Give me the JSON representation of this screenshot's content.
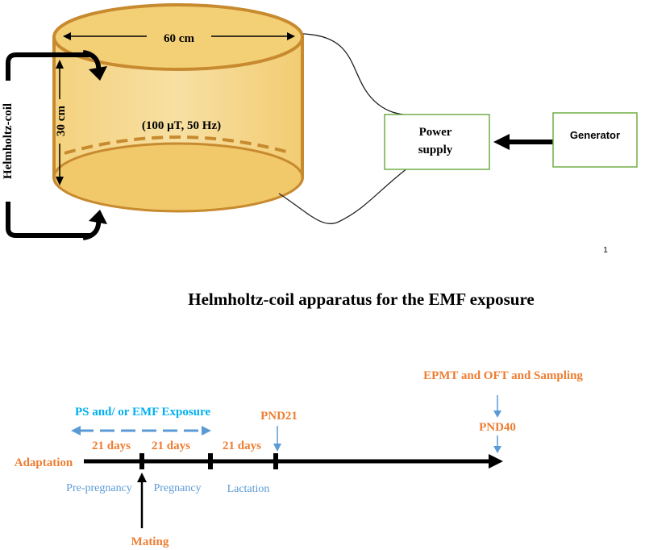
{
  "apparatus": {
    "diameter_label": "60 cm",
    "height_label": "30 cm",
    "field_label": "(100 μT, 50 Hz)",
    "coil_label": "Helmholtz-coil",
    "power_supply_line1": "Power",
    "power_supply_line2": "supply",
    "generator_label": "Generator",
    "corner_mark": "1",
    "caption": "Helmholtz-coil apparatus for the EMF exposure"
  },
  "timeline": {
    "adaptation": "Adaptation",
    "exposure_label": "PS and/ or EMF Exposure",
    "period1_days": "21 days",
    "period2_days": "21 days",
    "period3_days": "21 days",
    "period1_name": "Pre-pregnancy",
    "period2_name": "Pregnancy",
    "period3_name": "Lactation",
    "mating": "Mating",
    "pnd21": "PND21",
    "pnd40": "PND40",
    "tests": "EPMT and OFT and Sampling"
  },
  "colors": {
    "cylinder_fill": "#f1cd77",
    "cylinder_stroke": "#c88a2e",
    "box_border": "#70ad47",
    "orange_text": "#ed7d31",
    "blue_text": "#5b9bd5",
    "cyan_text": "#00b0f0"
  }
}
